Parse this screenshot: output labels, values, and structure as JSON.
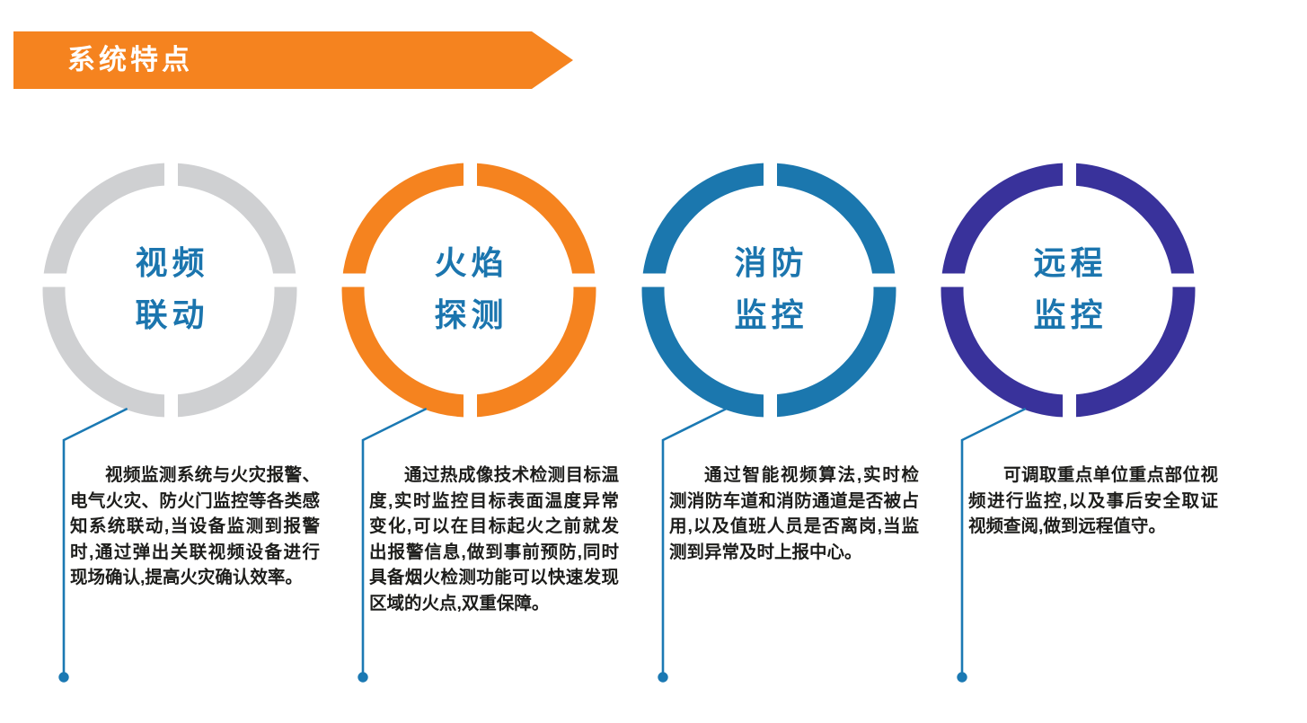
{
  "header": {
    "title": "系统特点"
  },
  "colors": {
    "banner": "#F5831F",
    "feature_title_text": "#1B75AE",
    "connector": "#1B79B3",
    "body_text": "#1D1D1B",
    "ring_gray": "#CFD0D2",
    "ring_orange": "#F5831F",
    "ring_blue": "#1B77AE",
    "ring_indigo": "#39329B"
  },
  "features": [
    {
      "name": "video-linkage",
      "title_line1": "视频",
      "title_line2": "联动",
      "ring_color": "#CFD0D2",
      "description": "视频监测系统与火灾报警、电气火灾、防火门监控等各类感知系统联动,当设备监测到报警时,通过弹出关联视频设备进行现场确认,提高火灾确认效率。"
    },
    {
      "name": "flame-detection",
      "title_line1": "火焰",
      "title_line2": "探测",
      "ring_color": "#F5831F",
      "description": "通过热成像技术检测目标温度,实时监控目标表面温度异常变化,可以在目标起火之前就发出报警信息,做到事前预防,同时具备烟火检测功能可以快速发现区域的火点,双重保障。"
    },
    {
      "name": "fire-monitoring",
      "title_line1": "消防",
      "title_line2": "监控",
      "ring_color": "#1B77AE",
      "description": "通过智能视频算法,实时检测消防车道和消防通道是否被占用,以及值班人员是否离岗,当监测到异常及时上报中心。"
    },
    {
      "name": "remote-monitoring",
      "title_line1": "远程",
      "title_line2": "监控",
      "ring_color": "#39329B",
      "description": "可调取重点单位重点部位视频进行监控,以及事后安全取证视频查阅,做到远程值守。"
    }
  ]
}
